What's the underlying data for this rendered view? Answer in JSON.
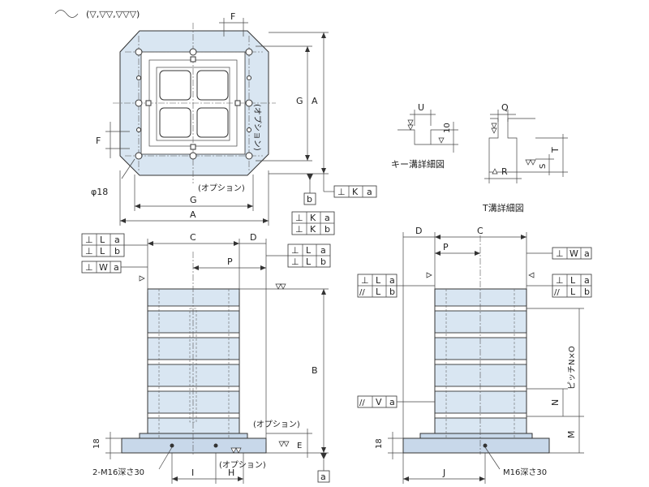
{
  "finish": {
    "symbol": "∼",
    "text": "(▽,▽▽,▽▽▽)"
  },
  "labels": {
    "A": "A",
    "B": "B",
    "C": "C",
    "D": "D",
    "E": "E",
    "F": "F",
    "G": "G",
    "H": "H",
    "I": "I",
    "J": "J",
    "K": "K",
    "L": "L",
    "M": "M",
    "N": "N",
    "P": "P",
    "Q": "Q",
    "R": "R",
    "S": "S",
    "T": "T",
    "U": "U",
    "V": "V",
    "W": "W",
    "a": "a",
    "b": "b",
    "ten": "10",
    "eighteen": "18"
  },
  "notes": {
    "phi18": "φ18",
    "option": "(オプション)",
    "key_detail": "キー溝詳細図",
    "t_detail": "T溝詳細図",
    "m16_2": "2-M16深さ30",
    "m16": "M16深さ30",
    "pitch": "ピッチN×O"
  },
  "symbols": {
    "perp": "⊥",
    "parallel": "//"
  },
  "colors": {
    "body": "#d9e6f2",
    "plate": "#c8d8ea",
    "line": "#333333"
  }
}
